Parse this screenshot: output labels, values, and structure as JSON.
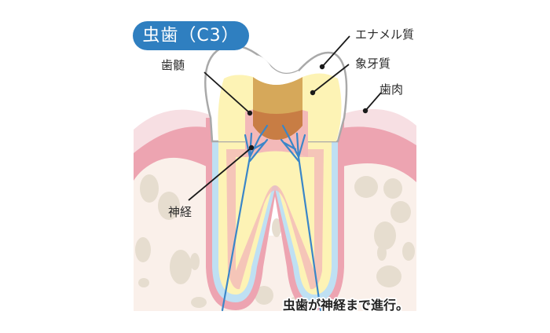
{
  "title": "虫歯（C3）",
  "labels": {
    "enamel": "エナメル質",
    "dentin": "象牙質",
    "gum": "歯肉",
    "pulp": "歯髄",
    "nerve": "神経"
  },
  "caption": "虫歯が神経まで進行。",
  "colors": {
    "title_bg": "#2f7fc0",
    "bone": "#faf0ea",
    "bone_spots": "#e6ddcf",
    "gum_light": "#f7dfe3",
    "gum": "#eda4b1",
    "enamel_outline": "#a9a9a9",
    "dentin": "#fdf3b5",
    "pulp": "#f3b9b9",
    "root_canal_blue": "#bfe0f3",
    "nerve": "#3a86c8",
    "decay_light": "#d6a85a",
    "decay_dark": "#c87d44"
  }
}
